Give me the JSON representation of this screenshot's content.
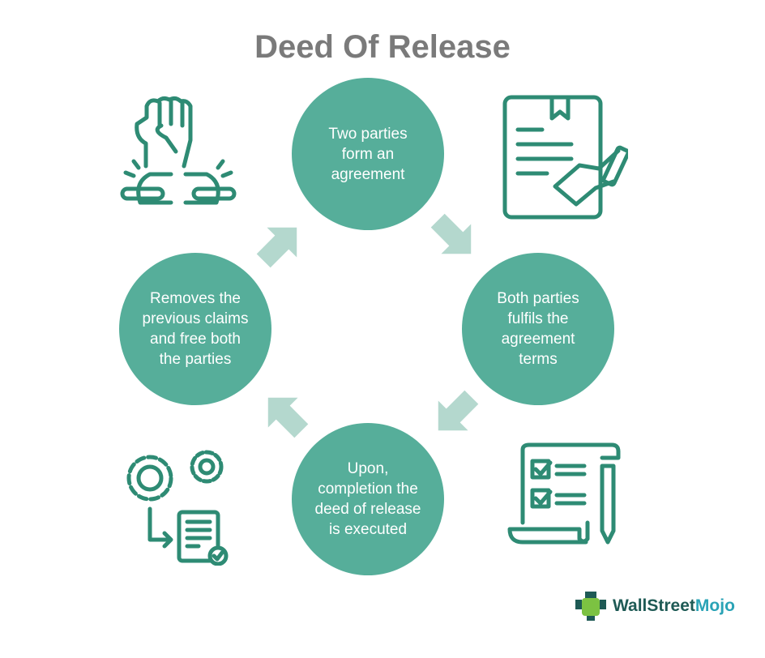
{
  "title": "Deed Of Release",
  "steps": [
    {
      "text": "Two parties form an agreement",
      "icon": "broken-chain-fist-icon"
    },
    {
      "text": "Both parties fulfils the agreement terms",
      "icon": "contract-handshake-icon"
    },
    {
      "text": "Upon, completion the deed of release is executed",
      "icon": "checklist-scroll-icon"
    },
    {
      "text": "Removes the previous claims and free both the parties",
      "icon": "gears-document-icon"
    }
  ],
  "logo": {
    "part1": "WallStreet",
    "part2": "Mojo"
  },
  "colors": {
    "circle": "#56ae9a",
    "icon": "#2e8b74",
    "arrow": "#b4d8ce",
    "title": "#7a7a7a"
  }
}
